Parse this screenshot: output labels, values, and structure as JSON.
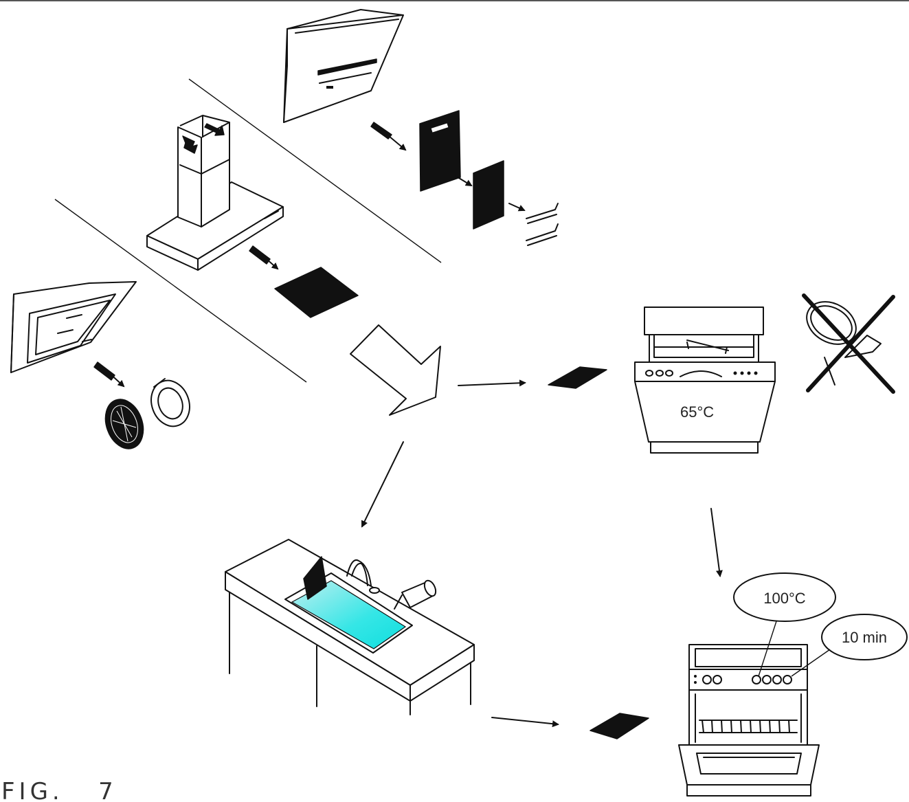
{
  "labels": {
    "dishwasher_temp": "65°C",
    "oven_temp": "100°C",
    "oven_time": "10 min",
    "figure": "FIG.   7"
  },
  "icons": [
    "island-hood-icon",
    "angled-hood-icon",
    "chimney-hood-icon",
    "dishwasher-icon",
    "oven-icon",
    "sink-icon",
    "carbon-filter-icon",
    "round-filter-icon",
    "no-scrubbing-icon"
  ],
  "colors": {
    "ink": "#111111",
    "water": "#35e6e6",
    "background": "#ffffff"
  }
}
